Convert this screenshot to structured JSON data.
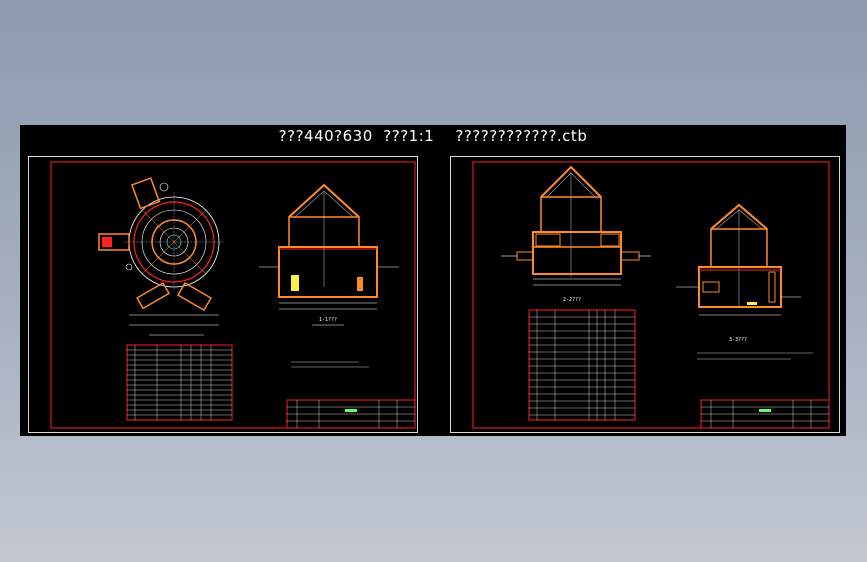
{
  "window": {
    "title": "???440?630  ???1:1    ????????????.ctb"
  },
  "sheets": [
    {
      "views": [
        {
          "caption": "1-1???"
        }
      ]
    },
    {
      "views": [
        {
          "caption": "2-2???"
        },
        {
          "caption": "3-3???"
        }
      ]
    }
  ],
  "colors": {
    "background_top": "#8d9aae",
    "background_bottom": "#c3c8d2",
    "canvas": "#000000",
    "border_red": "#ff2020",
    "wall_orange": "#ff8a2a",
    "line_white": "#ffffff",
    "accent_yellow": "#ffee44",
    "accent_green": "#66ff66",
    "accent_cyan": "#55ffff"
  }
}
